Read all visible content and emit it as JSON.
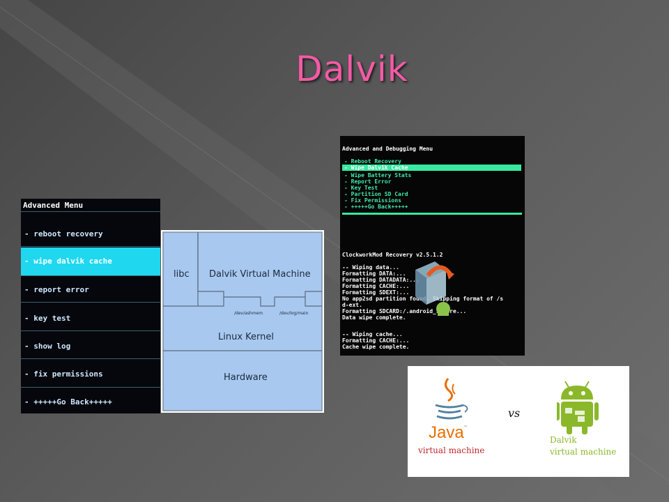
{
  "slide": {
    "title": "Dalvik"
  },
  "advanced_menu": {
    "heading": "Advanced Menu",
    "items": [
      {
        "label": "- reboot recovery",
        "selected": false
      },
      {
        "label": "- wipe dalvik cache",
        "selected": true
      },
      {
        "label": "- report error",
        "selected": false
      },
      {
        "label": "- key test",
        "selected": false
      },
      {
        "label": "- show log",
        "selected": false
      },
      {
        "label": "- fix permissions",
        "selected": false
      },
      {
        "label": "- +++++Go Back+++++",
        "selected": false
      }
    ],
    "highlight_color": "#1fd8f0"
  },
  "diagram": {
    "libc": "libc",
    "dvm": "Dalvik Virtual Machine",
    "ashmem": "/dev/ashmem",
    "logmain": "/dev/log/main",
    "kernel": "Linux Kernel",
    "hardware": "Hardware",
    "fill_color": "#a8c8f0"
  },
  "cwm_recovery": {
    "heading": "Advanced and Debugging Menu",
    "options": [
      "- Reboot Recovery",
      "- Wipe Dalvik Cache",
      "- Wipe Battery Stats",
      "- Report Error",
      "- Key Test",
      "- Partition SD Card",
      "- Fix Permissions",
      "- +++++Go Back+++++"
    ],
    "version": "ClockworkMod Recovery v2.5.1.2",
    "log": [
      "-- Wiping data...",
      "Formatting DATA:...",
      "Formatting DATADATA:...",
      "Formatting CACHE:...",
      "Formatting SDEXT:...",
      "No app2sd partition found. Skipping format of /s",
      "d-ext.",
      "Formatting SDCARD:/.android_secure...",
      "Data wipe complete.",
      "",
      "-- Wiping cache...",
      "Formatting CACHE:...",
      "Cache wipe complete."
    ],
    "accent_color": "#39e8a0"
  },
  "comparison": {
    "java_word": "Java",
    "java_tm": "™",
    "java_sub": "virtual machine",
    "vs": "vs",
    "dalvik_line1": "Dalvik",
    "dalvik_line2": "virtual machine",
    "java_color": "#e76f00",
    "android_color": "#8bb82a"
  }
}
